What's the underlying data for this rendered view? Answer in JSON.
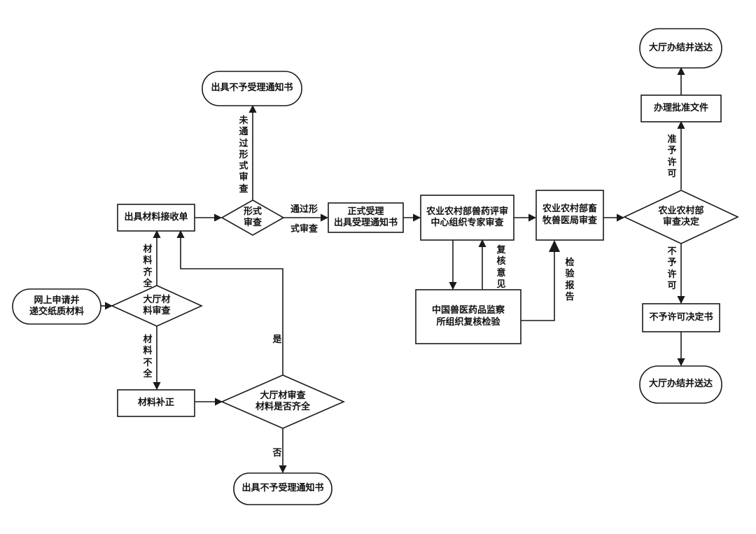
{
  "nodes": {
    "start_online": "网上申请并\n递交纸质材料",
    "hall_review": "大厅材\n料审查",
    "issue_receipt": "出具材料接收单",
    "form_review": "形式\n审查",
    "reject_top": "出具不予受理通知书",
    "formal_accept": "正式受理\n出具受理通知书",
    "expert_review": "农业农村部兽药评审\n中心组织专家审查",
    "ivdc_test": "中国兽医药品监察\n所组织复核检验",
    "bureau_review": "农业农村部畜\n牧兽医局审查",
    "ministry_decision": "农业农村部\n审查决定",
    "approval_docs": "办理批准文件",
    "hall_deliver_top": "大厅办结并送达",
    "deny_decision": "不予许可决定书",
    "hall_deliver_bottom": "大厅办结并送达",
    "supplement": "材料补正",
    "hall_check_complete": "大厅材审查\n材料是否齐全",
    "reject_bottom": "出具不予受理通知书"
  },
  "edge_labels": {
    "complete": "材料齐全",
    "incomplete": "材料不全",
    "failed_form": "未通过形式审查",
    "passed_form_1": "通过形",
    "passed_form_2": "式审查",
    "review_opinion": "复核意见",
    "test_report": "检验报告",
    "approve": "准予许可",
    "deny": "不予许可",
    "yes": "是",
    "no": "否"
  }
}
